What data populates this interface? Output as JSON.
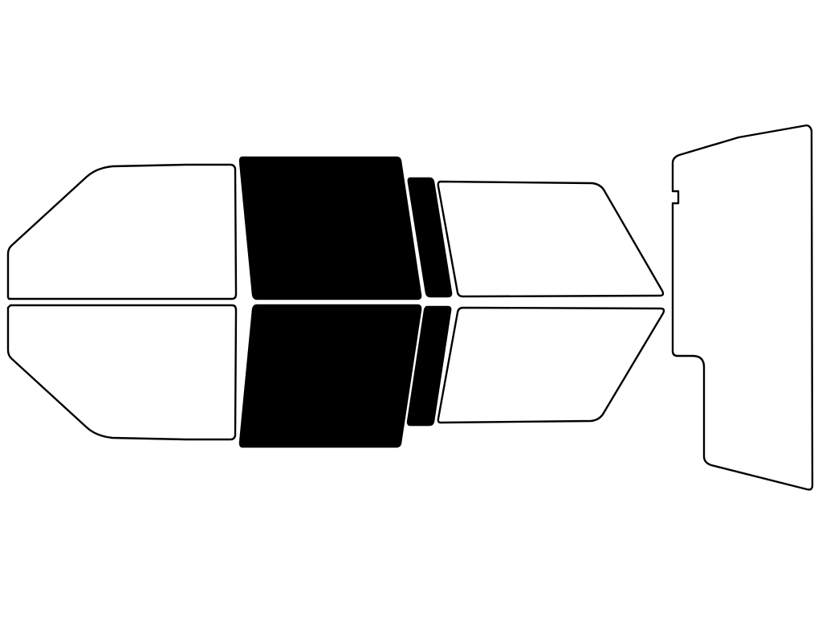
{
  "colors": {
    "background": "#ffffff",
    "outline": "#000000",
    "clear_fill": "#ffffff",
    "tinted_fill": "#000000"
  },
  "panes": [
    {
      "name": "front-door-window-upper",
      "tinted": false
    },
    {
      "name": "front-door-window-lower",
      "tinted": false
    },
    {
      "name": "rear-door-window-upper",
      "tinted": true
    },
    {
      "name": "rear-door-window-lower",
      "tinted": true
    },
    {
      "name": "rear-quarter-window-upper",
      "tinted": true
    },
    {
      "name": "rear-quarter-window-lower",
      "tinted": true
    },
    {
      "name": "side-window-upper",
      "tinted": false
    },
    {
      "name": "side-window-lower",
      "tinted": false
    },
    {
      "name": "rear-windshield",
      "tinted": false
    }
  ]
}
